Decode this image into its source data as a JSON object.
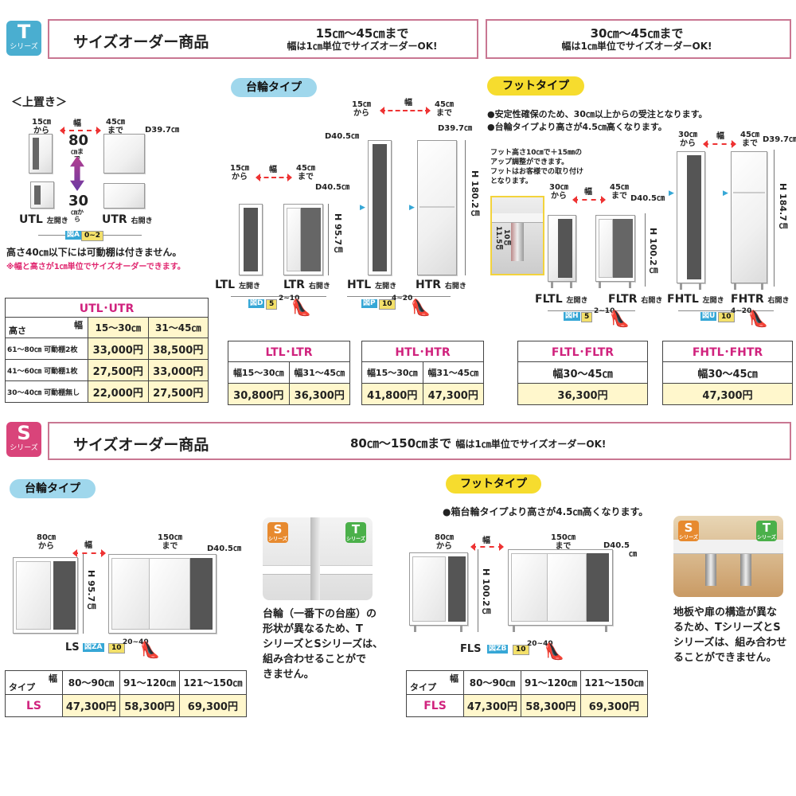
{
  "t_series": {
    "badge_letter": "T",
    "badge_sub": "シリーズ",
    "title": "サイズオーダー商品",
    "range_line1": "15㎝～45㎝まで",
    "range_line2": "幅は1㎝単位でサイズオーダーOK!",
    "right_line1": "30㎝～45㎝まで",
    "right_line2": "幅は1㎝単位でサイズオーダーOK!"
  },
  "overhead": {
    "heading": "＜上置き＞",
    "w_from": "15㎝",
    "w_from_sub": "から",
    "w_label": "幅",
    "w_to": "45㎝",
    "w_to_sub": "まで",
    "depth": "D39.7㎝",
    "h_max": "80",
    "h_max_sub": "㎝まで",
    "h_min": "30",
    "h_min_sub": "㎝から",
    "left_model": "UTL",
    "left_sub": "左開き",
    "right_model": "UTR",
    "right_sub": "右開き",
    "fig": "図A",
    "fig_range": "0~2",
    "note1": "高さ40㎝以下には可動棚は付きません。",
    "note2": "※幅と高さが1㎝単位でサイズオーダーできます。"
  },
  "utl_table": {
    "title": "UTL･UTR",
    "head_w": "幅",
    "head_h": "高さ",
    "col1": "15～30㎝",
    "col2": "31～45㎝",
    "rows": [
      {
        "label": "61～80㎝ 可動棚2枚",
        "v1": "33,000円",
        "v2": "38,500円"
      },
      {
        "label": "41～60㎝ 可動棚1枚",
        "v1": "27,500円",
        "v2": "33,000円"
      },
      {
        "label": "30～40㎝ 可動棚無し",
        "v1": "22,000円",
        "v2": "27,500円"
      }
    ]
  },
  "caster": {
    "pill": "台輪タイプ",
    "w_from": "15㎝",
    "w_from_sub": "から",
    "w_label": "幅",
    "w_to": "45㎝",
    "w_to_sub": "まで",
    "depth1": "D40.5㎝",
    "height1": "H 95.7㎝",
    "top_from": "15㎝",
    "top_from_sub": "から",
    "top_w": "幅",
    "top_to": "45㎝",
    "top_to_sub": "まで",
    "depth2a": "D40.5㎝",
    "depth2b": "D39.7㎝",
    "height2": "H 180.2㎝",
    "ltl": "LTL",
    "ltl_sub": "左開き",
    "ltr": "LTR",
    "ltr_sub": "右開き",
    "htl": "HTL",
    "htl_sub": "左開き",
    "htr": "HTR",
    "htr_sub": "右開き",
    "fig_d": "図D",
    "fig_d_n": "5",
    "fig_d_r": "2~10",
    "fig_p": "図P",
    "fig_p_n": "10",
    "fig_p_r": "4~20"
  },
  "ltl_table": {
    "title": "LTL･LTR",
    "c1": "幅15～30㎝",
    "c2": "幅31～45㎝",
    "v1": "30,800円",
    "v2": "36,300円"
  },
  "htl_table": {
    "title": "HTL･HTR",
    "c1": "幅15～30㎝",
    "c2": "幅31～45㎝",
    "v1": "41,800円",
    "v2": "47,300円"
  },
  "foot": {
    "pill": "フットタイプ",
    "bullet1": "●安定性確保のため、30㎝以上からの受注となります。",
    "bullet2": "●台輪タイプより高さが4.5㎝高くなります。",
    "adjust1": "フット高さ10㎝で＋15㎜の",
    "adjust2": "アップ調整ができます。",
    "adjust3": "フットはお客様での取り付け",
    "adjust4": "となります。",
    "leg_h1": "11.5㎝",
    "leg_h2": "10㎝",
    "w_from": "30㎝",
    "w_from_sub": "から",
    "w_label": "幅",
    "w_to": "45㎝",
    "w_to_sub": "まで",
    "depth1": "D40.5㎝",
    "height1": "H 100.2㎝",
    "t_from": "30㎝",
    "t_from_sub": "から",
    "t_w": "幅",
    "t_to": "45㎝",
    "t_to_sub": "まで",
    "depth2": "D39.7㎝",
    "height2": "H 184.7㎝",
    "fltl": "FLTL",
    "fltl_sub": "左開き",
    "fltr": "FLTR",
    "fltr_sub": "右開き",
    "fhtl": "FHTL",
    "fhtl_sub": "左開き",
    "fhtr": "FHTR",
    "fhtr_sub": "右開き",
    "fig_h": "図H",
    "fig_h_n": "5",
    "fig_h_r": "2~10",
    "fig_u": "図U",
    "fig_u_n": "10",
    "fig_u_r": "4~20"
  },
  "fltl_table": {
    "title": "FLTL･FLTR",
    "c1": "幅30～45㎝",
    "v1": "36,300円"
  },
  "fhtl_table": {
    "title": "FHTL･FHTR",
    "c1": "幅30～45㎝",
    "v1": "47,300円"
  },
  "s_series": {
    "badge_letter": "S",
    "badge_sub": "シリーズ",
    "title": "サイズオーダー商品",
    "range": "80㎝～150㎝まで",
    "range_note": "幅は1㎝単位でサイズオーダーOK!"
  },
  "s_caster": {
    "pill": "台輪タイプ",
    "from": "80㎝",
    "from_sub": "から",
    "w": "幅",
    "to": "150㎝",
    "to_sub": "まで",
    "depth": "D40.5㎝",
    "height": "H 95.7㎝",
    "model": "LS",
    "fig": "図ZA",
    "fig_n": "10",
    "fig_r": "20~40",
    "caption1": "台輪（一番下の台座）の",
    "caption2": "形状が異なるため、T",
    "caption3": "シリーズとSシリーズは、",
    "caption4": "組み合わせることがで",
    "caption5": "きません。",
    "photo_s": "S",
    "photo_t": "T",
    "photo_sub": "シリーズ"
  },
  "ls_table": {
    "head_w": "幅",
    "head_t": "タイプ",
    "c1": "80～90㎝",
    "c2": "91～120㎝",
    "c3": "121～150㎝",
    "type": "LS",
    "v1": "47,300円",
    "v2": "58,300円",
    "v3": "69,300円"
  },
  "s_foot": {
    "pill": "フットタイプ",
    "bullet": "●箱台輪タイプより高さが4.5㎝高くなります。",
    "from": "80㎝",
    "from_sub": "から",
    "w": "幅",
    "to": "150㎝",
    "to_sub": "まで",
    "depth": "D40.5",
    "depth_unit": "㎝",
    "height": "H 100.2㎝",
    "model": "FLS",
    "fig": "図ZB",
    "fig_n": "10",
    "fig_r": "20~40",
    "caption1": "地板や扉の構造が異な",
    "caption2": "るため、TシリーズとS",
    "caption3": "シリーズは、組み合わせ",
    "caption4": "ることができません。",
    "photo_s": "S",
    "photo_t": "T",
    "photo_sub": "シリーズ"
  },
  "fls_table": {
    "head_w": "幅",
    "head_t": "タイプ",
    "c1": "80～90㎝",
    "c2": "91～120㎝",
    "c3": "121～150㎝",
    "type": "FLS",
    "v1": "47,300円",
    "v2": "58,300円",
    "v3": "69,300円"
  }
}
